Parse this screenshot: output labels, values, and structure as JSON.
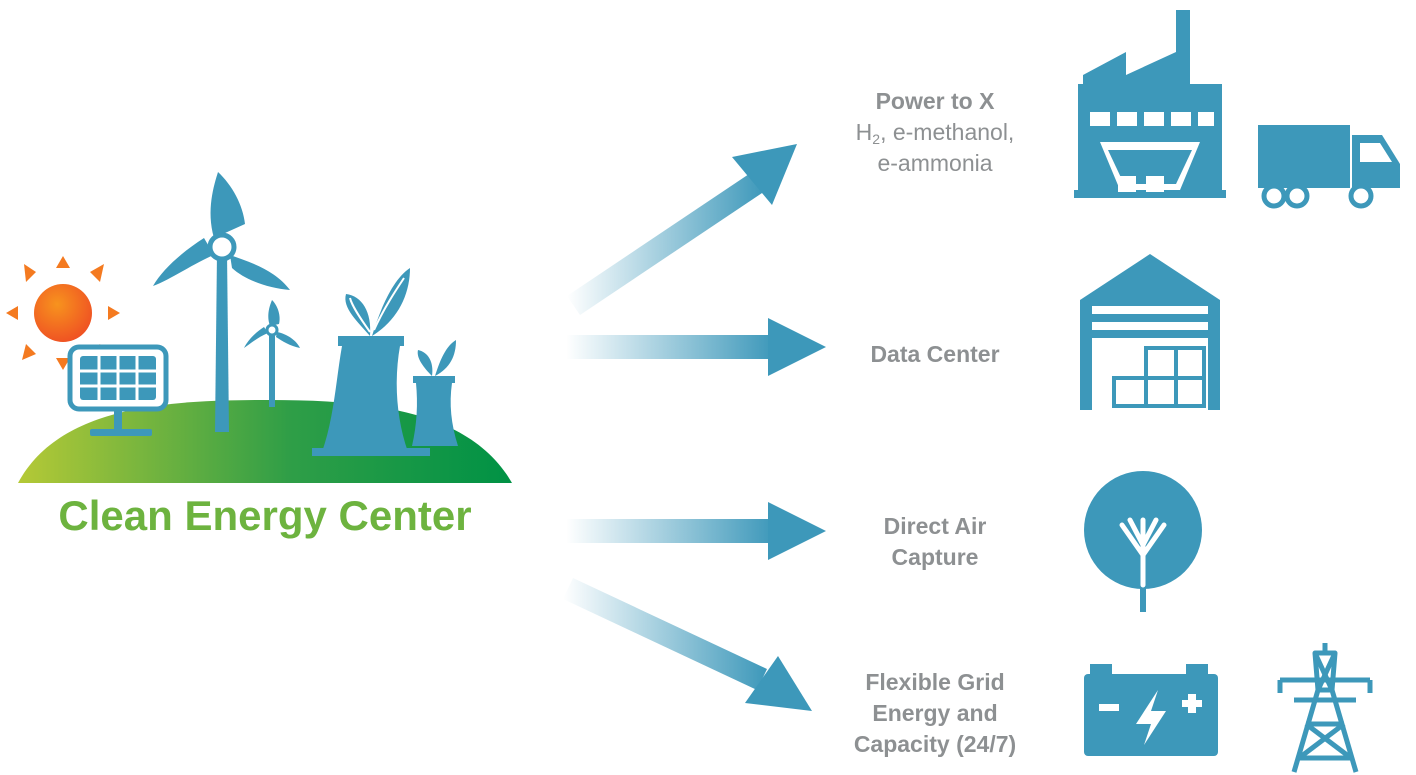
{
  "hub": {
    "title": "Clean Energy Center"
  },
  "uses": [
    {
      "id": "power-to-x",
      "title": "Power to X",
      "detail_h": "H",
      "detail_sub": "2",
      "detail_rest": ", e-methanol,",
      "detail_line2": "e-ammonia",
      "icons": [
        "factory-icon",
        "truck-icon"
      ]
    },
    {
      "id": "data-center",
      "title": "Data Center",
      "icons": [
        "warehouse-icon"
      ]
    },
    {
      "id": "direct-air-capture",
      "title_line1": "Direct Air",
      "title_line2": "Capture",
      "icons": [
        "tree-icon"
      ]
    },
    {
      "id": "flexible-grid",
      "title_line1": "Flexible Grid",
      "title_line2": "Energy and",
      "title_line3": "Capacity (24/7)",
      "icons": [
        "battery-icon",
        "transmission-tower-icon"
      ]
    }
  ],
  "colors": {
    "icon": "#3d98ba",
    "hub_title": "#6db33f",
    "label": "#8d9092",
    "sun": "#f47a20",
    "hill_green": "#009245",
    "hill_yellow": "#b5c936"
  }
}
